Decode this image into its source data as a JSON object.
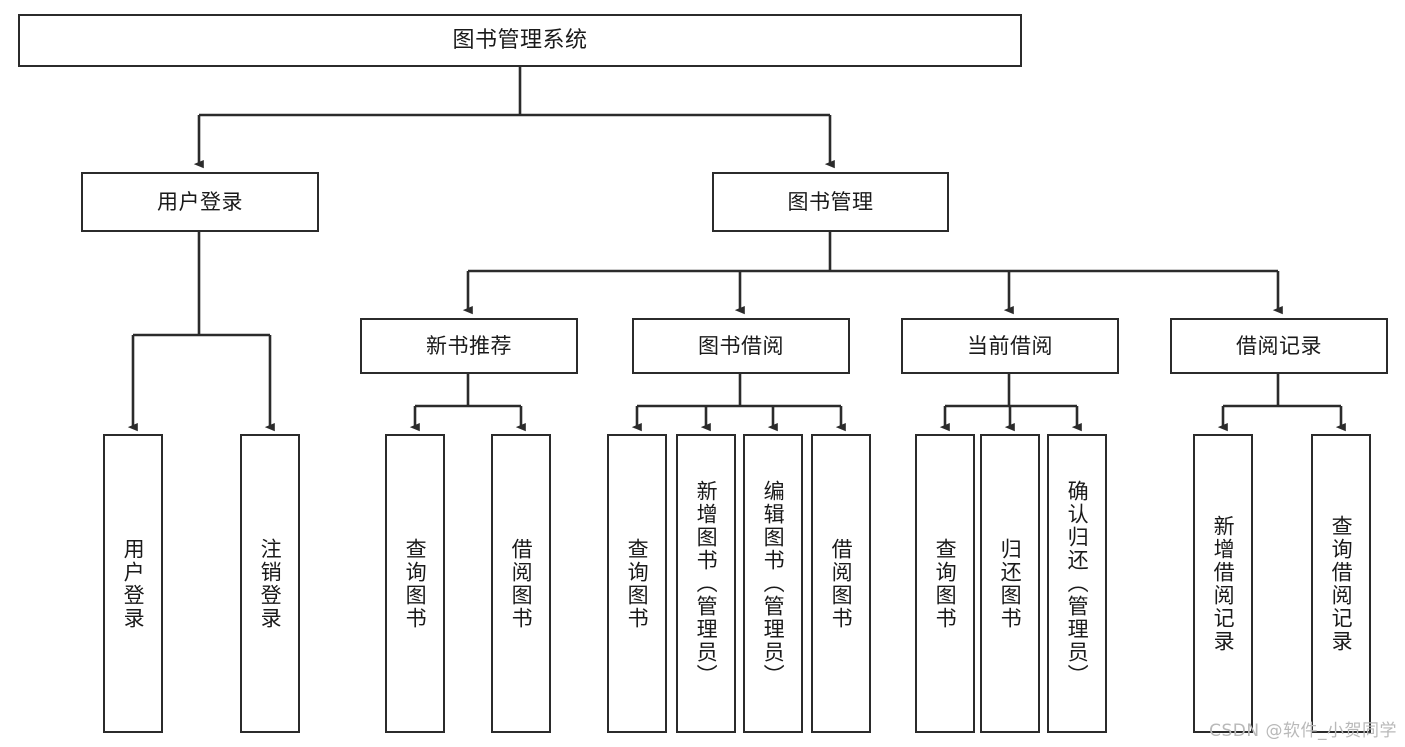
{
  "diagram": {
    "title": "图书管理系统",
    "type": "tree",
    "watermark": "CSDN @软件_小贺同学",
    "stroke_color": "#2b2b2b",
    "fill_color": "#ffffff",
    "text_color": "#1a1a1a",
    "watermark_color": "#b9b9b9"
  },
  "nodes": {
    "root": {
      "label": "图书管理系统",
      "level": 1
    },
    "l2": [
      {
        "id": "user-login",
        "label": "用户登录",
        "level": 2
      },
      {
        "id": "book-manage",
        "label": "图书管理",
        "level": 2
      }
    ],
    "l3": [
      {
        "id": "new-book-recommend",
        "label": "新书推荐",
        "level": 3
      },
      {
        "id": "book-borrow",
        "label": "图书借阅",
        "level": 3
      },
      {
        "id": "current-borrow",
        "label": "当前借阅",
        "level": 3
      },
      {
        "id": "borrow-record",
        "label": "借阅记录",
        "level": 3
      }
    ],
    "leaves": [
      {
        "id": "leaf-user-login",
        "label": "用户登录",
        "parent": "user-login"
      },
      {
        "id": "leaf-user-logout",
        "label": "注销登录",
        "parent": "user-login"
      },
      {
        "id": "leaf-query-book-1",
        "label": "查询图书",
        "parent": "new-book-recommend"
      },
      {
        "id": "leaf-borrow-book-1",
        "label": "借阅图书",
        "parent": "new-book-recommend"
      },
      {
        "id": "leaf-query-book-2",
        "label": "查询图书",
        "parent": "book-borrow"
      },
      {
        "id": "leaf-add-book",
        "label": "新增图书（管理员）",
        "parent": "book-borrow"
      },
      {
        "id": "leaf-edit-book",
        "label": "编辑图书（管理员）",
        "parent": "book-borrow"
      },
      {
        "id": "leaf-borrow-book-2",
        "label": "借阅图书",
        "parent": "book-borrow"
      },
      {
        "id": "leaf-query-book-3",
        "label": "查询图书",
        "parent": "current-borrow"
      },
      {
        "id": "leaf-return-book",
        "label": "归还图书",
        "parent": "current-borrow"
      },
      {
        "id": "leaf-confirm-return",
        "label": "确认归还（管理员）",
        "parent": "current-borrow"
      },
      {
        "id": "leaf-add-record",
        "label": "新增借阅记录",
        "parent": "borrow-record"
      },
      {
        "id": "leaf-query-record",
        "label": "查询借阅记录",
        "parent": "borrow-record"
      }
    ]
  }
}
